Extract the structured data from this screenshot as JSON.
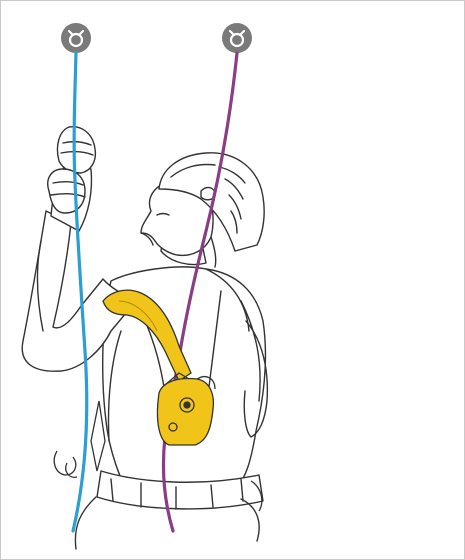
{
  "illustration": {
    "anchors": [
      {
        "name": "left-anchor",
        "icon": "anchor-point-icon",
        "color": "#7a7a7a"
      },
      {
        "name": "right-anchor",
        "icon": "anchor-point-icon",
        "color": "#7a7a7a"
      }
    ],
    "ropes": [
      {
        "name": "blue-rope",
        "color": "#2b9fd4"
      },
      {
        "name": "purple-rope",
        "color": "#8a3d86"
      }
    ],
    "device": {
      "name": "rope-descender-device",
      "icon": "descender-icon",
      "color": "#f0c419"
    },
    "figure": {
      "name": "rope-access-worker",
      "icon": "climber-icon",
      "line_color": "#333333"
    }
  }
}
